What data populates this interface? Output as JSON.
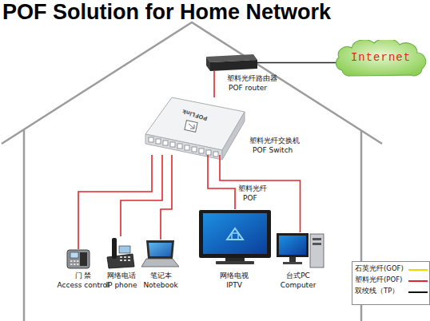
{
  "diagram": {
    "title": "POF Solution for Home Network",
    "nodes": [
      {
        "text": [
          "Internet"
        ]
      },
      {
        "text": [
          "塑料光纤路由器",
          "POF router"
        ]
      },
      {
        "text": [
          "塑料光纤交换机",
          "POF Switch"
        ]
      },
      {
        "text": [
          "门 禁",
          "Access control"
        ]
      },
      {
        "text": [
          "网络电话",
          "IP phone"
        ]
      },
      {
        "text": [
          "笔记本",
          "Notebook"
        ]
      },
      {
        "text": [
          "网络电视",
          "IPTV"
        ]
      },
      {
        "text": [
          "台式PC",
          "Computer"
        ]
      }
    ],
    "edges": [
      {
        "from": 1,
        "to": 0,
        "arrow": "none"
      },
      {
        "from": 1,
        "to": 2,
        "arrow": "none"
      },
      {
        "from": 2,
        "to": 3,
        "arrow": "none"
      },
      {
        "from": 2,
        "to": 4,
        "arrow": "none"
      },
      {
        "from": 2,
        "to": 5,
        "arrow": "none"
      },
      {
        "from": 2,
        "to": 6,
        "arrow": "none"
      },
      {
        "from": 2,
        "to": 7,
        "arrow": "none"
      }
    ],
    "labels": [
      "POFLink",
      "塑料光纤",
      "POF"
    ],
    "legend": [
      {
        "text": "石英光纤(GOF)"
      },
      {
        "text": "塑料光纤(POF)"
      },
      {
        "text": "双绞线（TP）"
      }
    ]
  }
}
